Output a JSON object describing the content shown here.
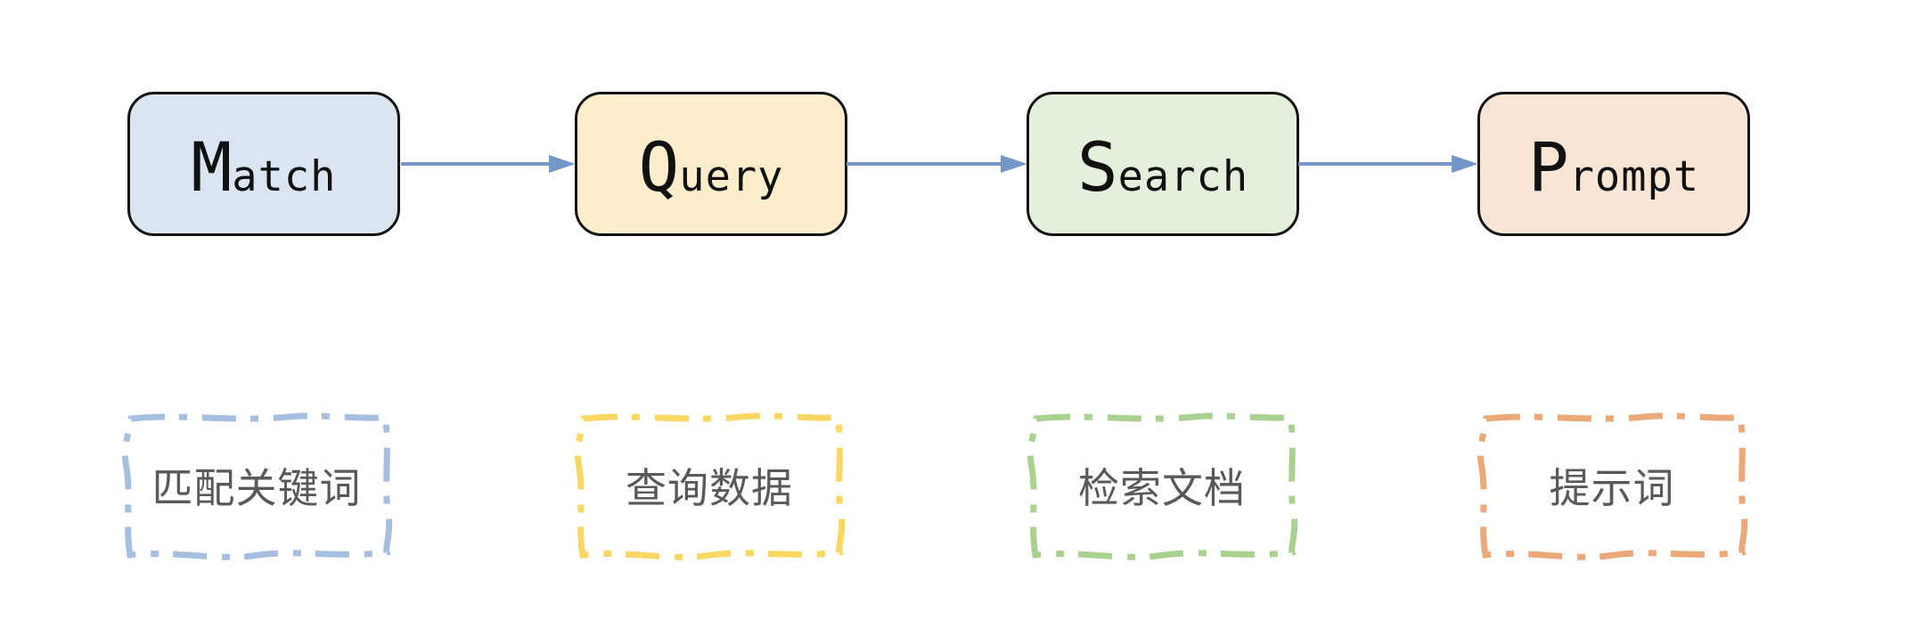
{
  "diagram": {
    "type": "flowchart",
    "steps": [
      {
        "word": "Match",
        "word_initial": "M",
        "word_rest": "atch",
        "caption": "匹配关键词",
        "box_fill": "#dbe5f1",
        "dash_color": "#a6bfe0"
      },
      {
        "word": "Query",
        "word_initial": "Q",
        "word_rest": "uery",
        "caption": "查询数据",
        "box_fill": "#fceecc",
        "dash_color": "#f8d763"
      },
      {
        "word": "Search",
        "word_initial": "S",
        "word_rest": "earch",
        "caption": "检索文档",
        "box_fill": "#e4f0db",
        "dash_color": "#aad190"
      },
      {
        "word": "Prompt",
        "word_initial": "P",
        "word_rest": "rompt",
        "caption": "提示词",
        "box_fill": "#f9e5d5",
        "dash_color": "#eba97a"
      }
    ],
    "connections": [
      {
        "from": "Match",
        "to": "Query"
      },
      {
        "from": "Query",
        "to": "Search"
      },
      {
        "from": "Search",
        "to": "Prompt"
      }
    ],
    "colors": {
      "arrow": "#7596c8",
      "box_border": "#141414",
      "word_text": "#111111",
      "caption_text": "#595959",
      "background": "#ffffff"
    }
  }
}
